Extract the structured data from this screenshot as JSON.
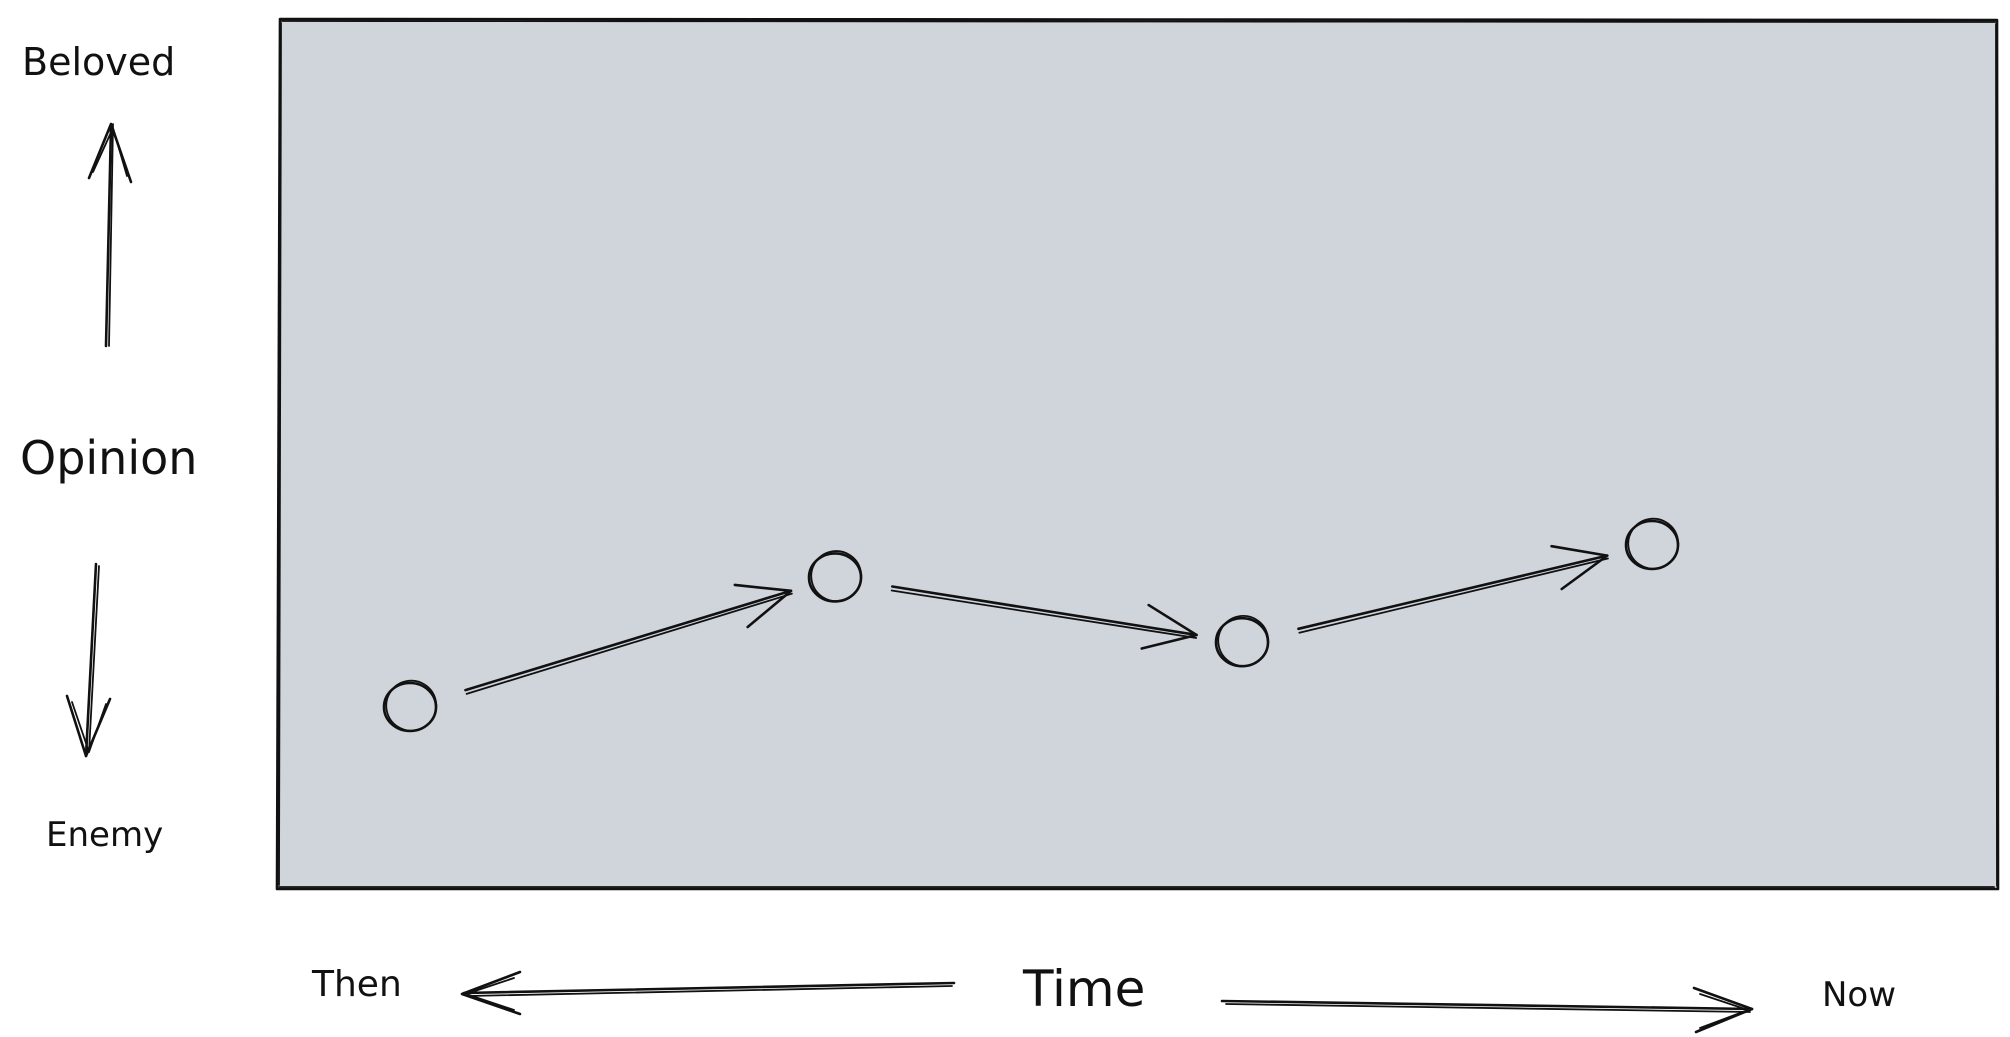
{
  "y_axis": {
    "top_label": "Beloved",
    "title": "Opinion",
    "bottom_label": "Enemy"
  },
  "x_axis": {
    "left_label": "Then",
    "title": "Time",
    "right_label": "Now"
  },
  "plot": {
    "background_color": "#d0d4db",
    "stroke_color": "#111111"
  },
  "points": [
    {
      "time_step": 1,
      "opinion_level": 1.0
    },
    {
      "time_step": 2,
      "opinion_level": 2.2
    },
    {
      "time_step": 3,
      "opinion_level": 1.6
    },
    {
      "time_step": 4,
      "opinion_level": 2.5
    }
  ]
}
